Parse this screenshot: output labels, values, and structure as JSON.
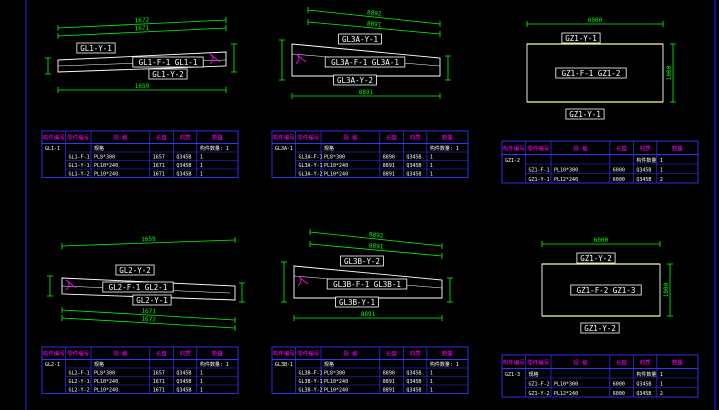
{
  "colors": {
    "background": "#000000",
    "dimension": "#00ff00",
    "outline": "#ffffff",
    "label": "#ffffff",
    "weld": "#ff00ff",
    "table_grid": "#3333ff",
    "table_header": "#ff00ff",
    "table_text": "#ffffff",
    "side_edge": "#ffff80",
    "frame": "#2222ff"
  },
  "parts": [
    {
      "id": "gl1",
      "kind": "beam-down",
      "labels": [
        "GL1-Y-1",
        "GL1-F-1  GL1-1",
        "GL1-Y-2"
      ],
      "dims": [
        "1672",
        "1671",
        "1659"
      ]
    },
    {
      "id": "gl3a",
      "kind": "beam-up",
      "labels": [
        "GL3A-Y-1",
        "GL3A-F-1  GL3A-1",
        "GL3A-Y-2"
      ],
      "dims": [
        "8892",
        "8891",
        "8891"
      ]
    },
    {
      "id": "gz1",
      "kind": "box",
      "labels": [
        "GZ1-Y-1",
        "GZ1-F-1  GZ1-2",
        "GZ1-Y-1"
      ],
      "dims": [
        "6000",
        "1000"
      ]
    },
    {
      "id": "gl2",
      "kind": "beam-down2",
      "labels": [
        "GL2-Y-2",
        "GL2-F-1  GL2-1",
        "GL2-Y-1"
      ],
      "dims": [
        "1659",
        "1671",
        "1672"
      ]
    },
    {
      "id": "gl3b",
      "kind": "beam-up",
      "labels": [
        "GL3B-Y-2",
        "GL3B-F-1  GL3B-1",
        "GL3B-Y-1"
      ],
      "dims": [
        "8892",
        "8891",
        "8891"
      ]
    },
    {
      "id": "gz1b",
      "kind": "box2",
      "labels": [
        "GZ1-Y-2",
        "GZ1-F-2  GZ1-3",
        "GZ1-Y-2"
      ],
      "dims": [
        "6000",
        "1000"
      ]
    }
  ],
  "tables": [
    {
      "id": "t1",
      "headers": [
        "构件编号",
        "零件编号",
        "规 格",
        "长度",
        "材质",
        "数量"
      ],
      "rows": [
        [
          "GL1-1",
          "",
          "规格",
          "",
          "",
          "构件数量: 1"
        ],
        [
          "",
          "GL1-F-1",
          "PL8*300",
          "1657",
          "Q345B",
          "1"
        ],
        [
          "",
          "GL1-Y-1",
          "PL10*240",
          "1671",
          "Q345B",
          "1"
        ],
        [
          "",
          "GL1-Y-2",
          "PL10*240",
          "1671",
          "Q345B",
          "1"
        ]
      ]
    },
    {
      "id": "t2",
      "headers": [
        "构件编号",
        "零件编号",
        "规 格",
        "长度",
        "材质",
        "数量"
      ],
      "rows": [
        [
          "GL3A-1",
          "",
          "规格",
          "",
          "",
          "构件数量: 1"
        ],
        [
          "",
          "GL3A-F-1",
          "PL8*300",
          "8890",
          "Q345B",
          "1"
        ],
        [
          "",
          "GL3A-Y-1",
          "PL10*240",
          "8891",
          "Q345B",
          "1"
        ],
        [
          "",
          "GL3A-Y-2",
          "PL10*240",
          "8891",
          "Q345B",
          "1"
        ]
      ]
    },
    {
      "id": "t3",
      "headers": [
        "构件编号",
        "零件编号",
        "规 格",
        "长度",
        "材质",
        "数量"
      ],
      "rows": [
        [
          "GZ1-2",
          "",
          "",
          "",
          "构件数量",
          "1"
        ],
        [
          "",
          "GZ1-F-1",
          "PL10*300",
          "6000",
          "Q345B",
          "1"
        ],
        [
          "",
          "GZ1-Y-1",
          "PL12*240",
          "6000",
          "Q345B",
          "2"
        ]
      ]
    },
    {
      "id": "t4",
      "headers": [
        "构件编号",
        "零件编号",
        "规 格",
        "长度",
        "材质",
        "数量"
      ],
      "rows": [
        [
          "GL2-1",
          "",
          "规格",
          "",
          "",
          "构件数量: 1"
        ],
        [
          "",
          "GL2-F-1",
          "PL8*300",
          "1657",
          "Q345B",
          "1"
        ],
        [
          "",
          "GL2-Y-1",
          "PL10*240",
          "1671",
          "Q345B",
          "1"
        ],
        [
          "",
          "GL2-Y-2",
          "PL10*240",
          "1671",
          "Q345B",
          "1"
        ]
      ]
    },
    {
      "id": "t5",
      "headers": [
        "构件编号",
        "零件编号",
        "规 格",
        "长度",
        "材质",
        "数量"
      ],
      "rows": [
        [
          "GL3B-1",
          "",
          "规格",
          "",
          "",
          "构件数量: 1"
        ],
        [
          "",
          "GL3B-F-1",
          "PL8*300",
          "8890",
          "Q345B",
          "1"
        ],
        [
          "",
          "GL3B-Y-1",
          "PL10*240",
          "8891",
          "Q345B",
          "1"
        ],
        [
          "",
          "GL3B-Y-2",
          "PL10*240",
          "8891",
          "Q345B",
          "1"
        ]
      ]
    },
    {
      "id": "t6",
      "headers": [
        "构件编号",
        "零件编号",
        "规 格",
        "长度",
        "材质",
        "数量"
      ],
      "rows": [
        [
          "GZ1-3",
          "规格",
          "",
          "",
          "构件数量",
          "1"
        ],
        [
          "",
          "GZ1-F-2",
          "PL10*300",
          "6000",
          "Q345B",
          "1"
        ],
        [
          "",
          "GZ1-Y-2",
          "PL12*240",
          "6000",
          "Q345B",
          "2"
        ]
      ]
    }
  ]
}
